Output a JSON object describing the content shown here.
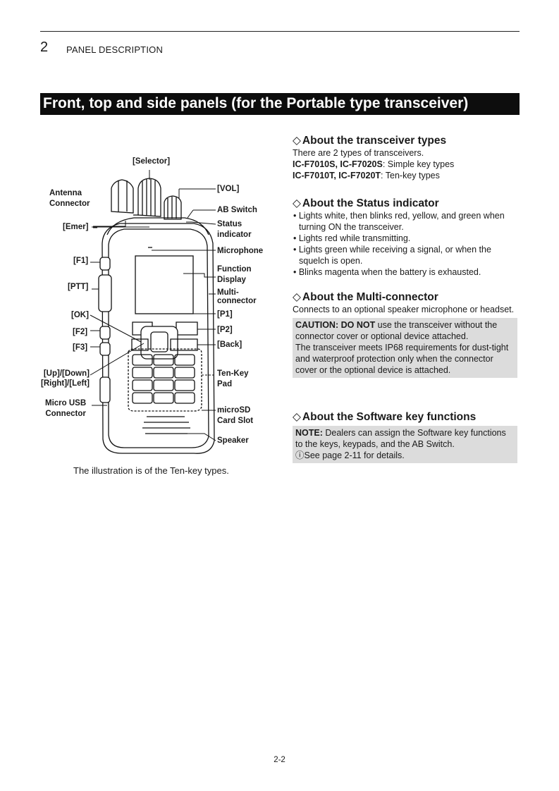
{
  "header": {
    "chapter_number": "2",
    "chapter_title": "PANEL DESCRIPTION"
  },
  "section": {
    "title": "Front, top and side panels (for the Portable type transceiver)"
  },
  "diagram": {
    "labels": {
      "selector": "[Selector]",
      "antenna_connector": "Antenna\nConnector",
      "emer": "[Emer]",
      "f1": "[F1]",
      "ptt": "[PTT]",
      "ok": "[OK]",
      "f2": "[F2]",
      "f3": "[F3]",
      "up_down": "[Up]/[Down]",
      "right_left": "[Right]/[Left]",
      "micro_usb": "Micro USB\nConnector",
      "vol": "[VOL]",
      "ab_switch": "AB Switch",
      "status_indicator": "Status\nindicator",
      "microphone": "Microphone",
      "function_display": "Function\nDisplay",
      "multi_connector": "Multi-\nconnector",
      "p1": "[P1]",
      "p2": "[P2]",
      "back": "[Back]",
      "ten_key_pad": "Ten-Key\nPad",
      "microsd": "microSD\nCard Slot",
      "speaker": "Speaker"
    },
    "caption": "The illustration is of the Ten-key types."
  },
  "types": {
    "heading_symbol": "◇",
    "heading": "About the transceiver types",
    "intro": "There are 2 types of transceivers.",
    "row1_models": "IC-F7010S, IC-F7020S",
    "row1_desc": ": Simple key types",
    "row2_models": "IC-F7010T, IC-F7020T",
    "row2_desc": ":  Ten-key types"
  },
  "status": {
    "heading_symbol": "◇",
    "heading": "About the Status indicator",
    "bullets": [
      "• Lights white, then blinks red, yellow, and green when turning ON the transceiver.",
      "• Lights red while transmitting.",
      "• Lights green while receiving a signal, or when the squelch is open.",
      "• Blinks magenta when the battery is exhausted."
    ]
  },
  "multi": {
    "heading_symbol": "◇",
    "heading": "About the Multi-connector",
    "text": "Connects to an optional speaker microphone or headset.",
    "caution_label": "CAUTION:",
    "caution_do_not": "DO NOT",
    "caution_text": " use the transceiver without the connector cover or optional device attached.",
    "caution_text2": "The transceiver meets IP68 requirements for dust-tight and waterproof protection only when the connector cover or the optional device is attached."
  },
  "software": {
    "heading_symbol": "◇",
    "heading": "About the Software key functions",
    "note_label": "NOTE:",
    "note_text": " Dealers can assign the Software key functions to the keys, keypads, and the AB Switch.",
    "note_ref": "ⓘSee page 2-11 for details."
  },
  "footer": {
    "page": "2-2"
  }
}
